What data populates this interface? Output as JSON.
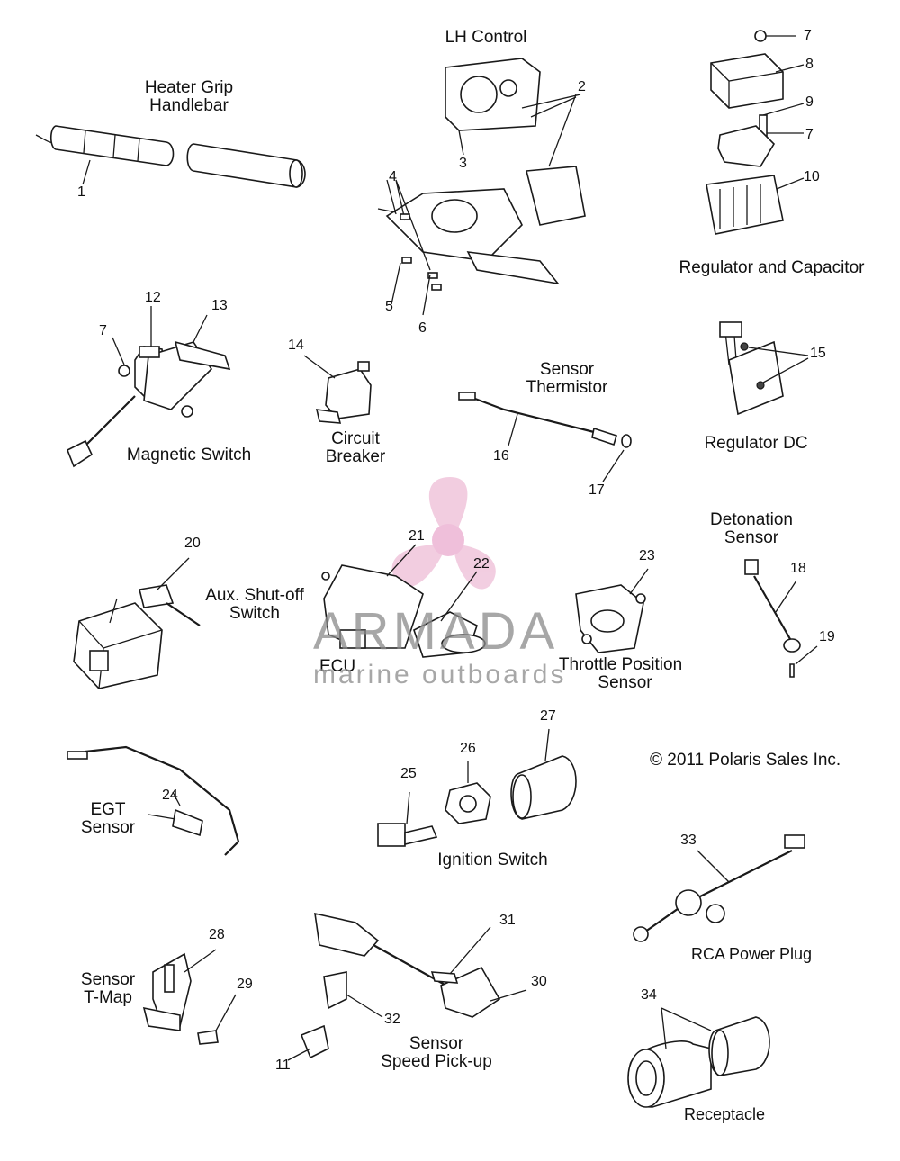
{
  "labels": {
    "heater_grip": [
      "Heater Grip",
      "Handlebar"
    ],
    "lh_control": "LH Control",
    "regulator_capacitor": "Regulator and Capacitor",
    "magnetic_switch": "Magnetic Switch",
    "circuit_breaker": [
      "Circuit",
      "Breaker"
    ],
    "sensor_thermistor": [
      "Sensor",
      "Thermistor"
    ],
    "regulator_dc": "Regulator DC",
    "detonation_sensor": [
      "Detonation",
      "Sensor"
    ],
    "aux_shutoff": [
      "Aux. Shut-off",
      "Switch"
    ],
    "ecu": "ECU",
    "throttle_position": [
      "Throttle Position",
      "Sensor"
    ],
    "egt_sensor": [
      "EGT",
      "Sensor"
    ],
    "ignition_switch": "Ignition Switch",
    "rca_power_plug": "RCA Power Plug",
    "sensor_tmap": [
      "Sensor",
      "T-Map"
    ],
    "sensor_speed": [
      "Sensor",
      "Speed Pick-up"
    ],
    "receptacle": "Receptacle"
  },
  "copyright": "© 2011 Polaris Sales Inc.",
  "watermark": {
    "brand": "ARMADA",
    "tagline": "marine outboards",
    "accent": "#e8a5c8",
    "gray": "#8a8a8a"
  },
  "callouts": [
    "1",
    "2",
    "3",
    "4",
    "5",
    "6",
    "7",
    "8",
    "9",
    "7",
    "10",
    "12",
    "13",
    "7",
    "14",
    "15",
    "16",
    "17",
    "18",
    "19",
    "20",
    "21",
    "22",
    "23",
    "24",
    "25",
    "26",
    "27",
    "28",
    "29",
    "31",
    "30",
    "32",
    "11",
    "33",
    "34"
  ]
}
